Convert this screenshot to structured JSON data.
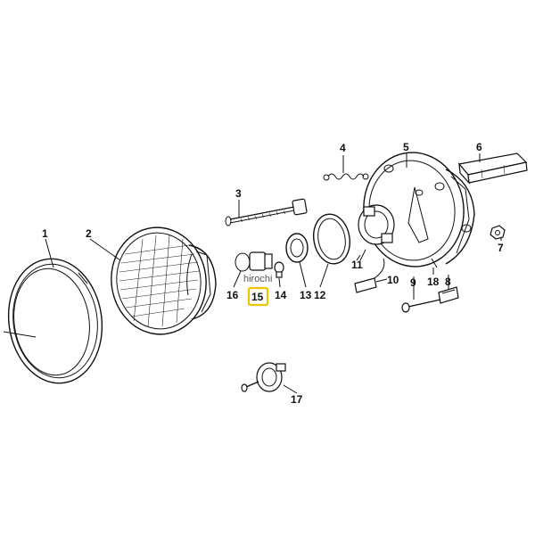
{
  "watermark": "hirochi",
  "highlight_color": "#f2c400",
  "parts": [
    {
      "id": "p1",
      "label": "1"
    },
    {
      "id": "p2",
      "label": "2"
    },
    {
      "id": "p3",
      "label": "3"
    },
    {
      "id": "p4",
      "label": "4"
    },
    {
      "id": "p5",
      "label": "5"
    },
    {
      "id": "p6",
      "label": "6"
    },
    {
      "id": "p7",
      "label": "7"
    },
    {
      "id": "p8",
      "label": "8"
    },
    {
      "id": "p9",
      "label": "9"
    },
    {
      "id": "p10",
      "label": "10"
    },
    {
      "id": "p11",
      "label": "11"
    },
    {
      "id": "p12",
      "label": "12"
    },
    {
      "id": "p13",
      "label": "13"
    },
    {
      "id": "p14",
      "label": "14"
    },
    {
      "id": "p15",
      "label": "15"
    },
    {
      "id": "p16",
      "label": "16"
    },
    {
      "id": "p17",
      "label": "17"
    },
    {
      "id": "p18",
      "label": "18"
    }
  ]
}
